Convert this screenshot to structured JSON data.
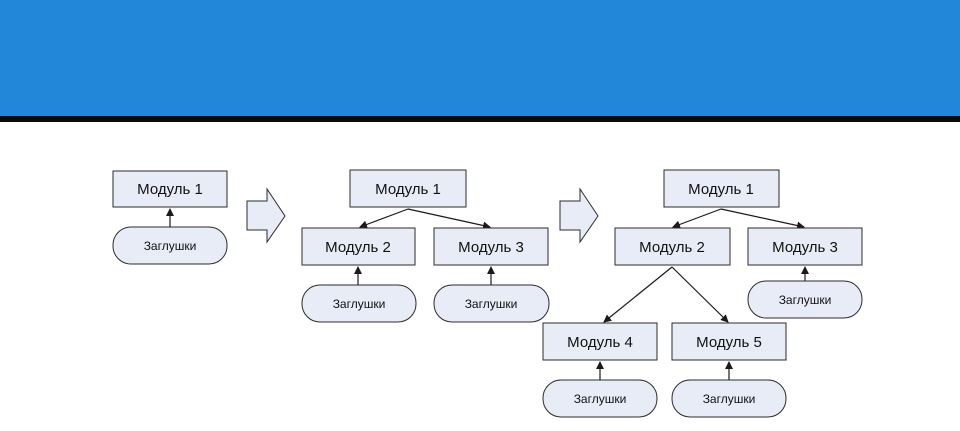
{
  "colors": {
    "header": "#2286d9",
    "header_rule": "#0a0a0a",
    "node_fill": "#e8ecf6",
    "node_stroke": "#2b2b2b"
  },
  "diagram": {
    "stage1": {
      "module1": "Модуль 1",
      "stub": "Заглушки"
    },
    "stage2": {
      "module1": "Модуль 1",
      "module2": "Модуль 2",
      "module3": "Модуль 3",
      "stub_m2": "Заглушки",
      "stub_m3": "Заглушки"
    },
    "stage3": {
      "module1": "Модуль 1",
      "module2": "Модуль 2",
      "module3": "Модуль 3",
      "module4": "Модуль 4",
      "module5": "Модуль 5",
      "stub_m3": "Заглушки",
      "stub_m4": "Заглушки",
      "stub_m5": "Заглушки"
    }
  }
}
